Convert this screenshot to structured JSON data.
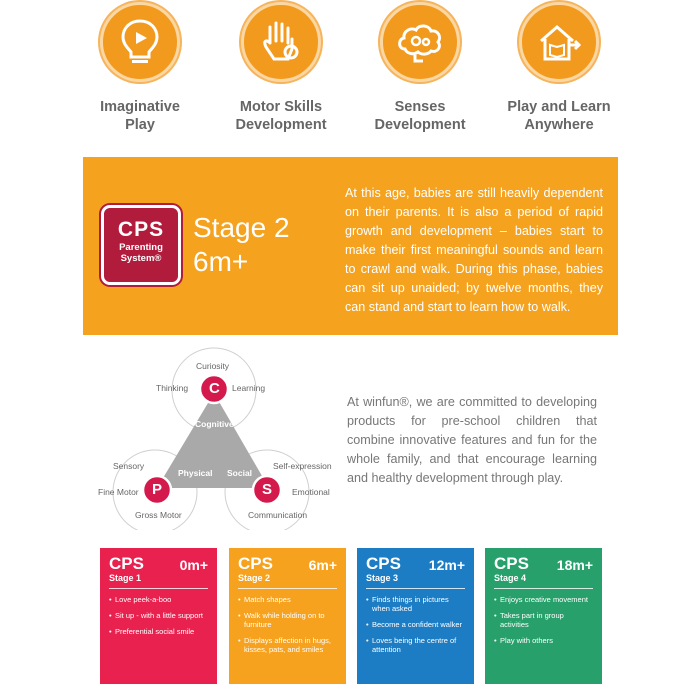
{
  "features": [
    {
      "icon": "lightbulb-play-icon",
      "line1": "Imaginative",
      "line2": "Play"
    },
    {
      "icon": "hand-gear-icon",
      "line1": "Motor Skills",
      "line2": "Development"
    },
    {
      "icon": "brain-gears-icon",
      "line1": "Senses",
      "line2": "Development"
    },
    {
      "icon": "house-book-icon",
      "line1": "Play and Learn",
      "line2": "Anywhere"
    }
  ],
  "stage_band": {
    "logo_big": "CPS",
    "logo_small1": "Parenting",
    "logo_small2": "System®",
    "title_line1": "Stage 2",
    "title_line2": "6m+",
    "description": "At this age, babies are still heavily dependent on their parents. It is also a period of rapid growth and development – babies start to make their first meaningful sounds and learn to crawl and walk. During this phase, babies can sit up unaided; by twelve months, they can stand and start to learn how to walk."
  },
  "diagram": {
    "nodes": {
      "cognitive_letter": "C",
      "physical_letter": "P",
      "social_letter": "S"
    },
    "triangle": {
      "cognitive": "Cognitive",
      "physical": "Physical",
      "social": "Social"
    },
    "labels": {
      "curiosity": "Curiosity",
      "thinking": "Thinking",
      "learning": "Learning",
      "sensory": "Sensory",
      "fine_motor": "Fine Motor",
      "gross_motor": "Gross Motor",
      "self_expression": "Self-expression",
      "emotional": "Emotional",
      "communication": "Communication"
    },
    "colors": {
      "node": "#d41a4c",
      "triangle": "#a9a9a9"
    }
  },
  "about": "At winfun®, we are committed to developing products for pre-school children that combine innovative features and fun for the whole family, and that encourage learning and healthy development through play.",
  "cards": [
    {
      "cps": "CPS",
      "age": "0m+",
      "stage": "Stage 1",
      "color": "#e8214f",
      "items": [
        "Love peek-a-boo",
        "Sit up - with a little support",
        "Preferential social smile"
      ]
    },
    {
      "cps": "CPS",
      "age": "6m+",
      "stage": "Stage 2",
      "color": "#f6a21e",
      "items": [
        "Match shapes",
        "Walk while holding on to furniture",
        "Displays affection in hugs, kisses, pats, and smiles"
      ]
    },
    {
      "cps": "CPS",
      "age": "12m+",
      "stage": "Stage 3",
      "color": "#1d7dc4",
      "items": [
        "Finds things in pictures when asked",
        "Become a confident walker",
        "Loves being the centre of attention"
      ]
    },
    {
      "cps": "CPS",
      "age": "18m+",
      "stage": "Stage 4",
      "color": "#28a06b",
      "items": [
        "Enjoys creative movement",
        "Takes part in group activities",
        "Play with others"
      ]
    }
  ]
}
